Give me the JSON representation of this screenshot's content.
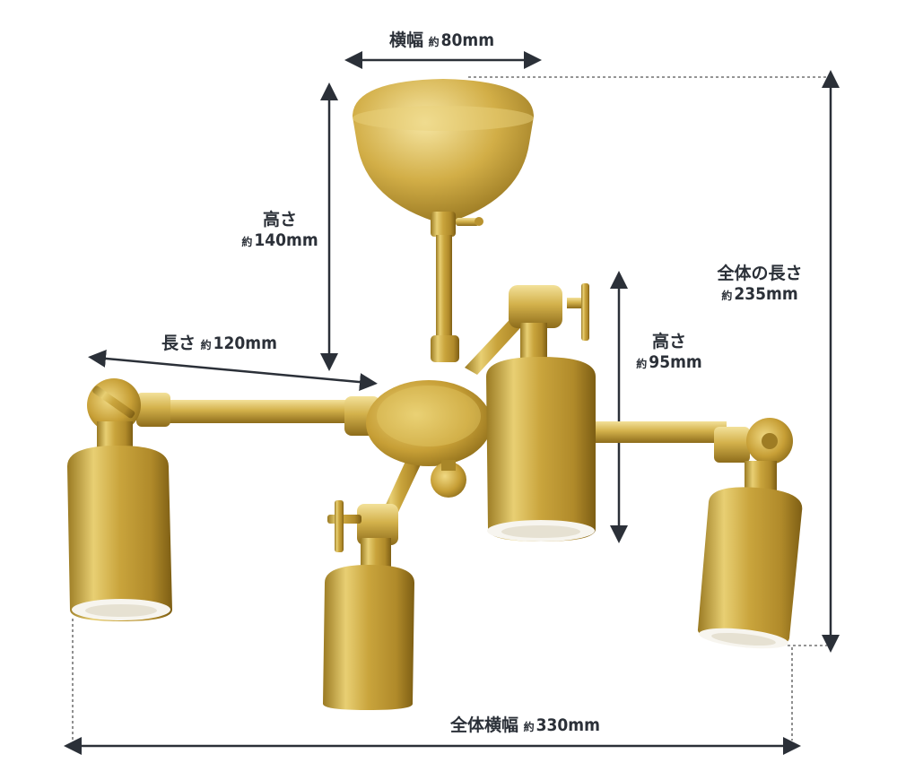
{
  "dimensions": {
    "width_top": {
      "label": "横幅",
      "prefix": "約",
      "value": "80mm"
    },
    "height_canopy": {
      "label": "高さ",
      "prefix": "約",
      "value": "140mm"
    },
    "total_length": {
      "label": "全体の長さ",
      "prefix": "約",
      "value": "235mm"
    },
    "arm_length": {
      "label": "長さ",
      "prefix": "約",
      "value": "120mm"
    },
    "height_shade": {
      "label": "高さ",
      "prefix": "約",
      "value": "95mm"
    },
    "total_width": {
      "label": "全体横幅",
      "prefix": "約",
      "value": "330mm"
    }
  },
  "colors": {
    "brass_light": "#f1dc8a",
    "brass_mid": "#c9a43c",
    "brass_dark": "#8a6a18",
    "arrow": "#2b3038",
    "bulb": "#f7f5ef"
  }
}
